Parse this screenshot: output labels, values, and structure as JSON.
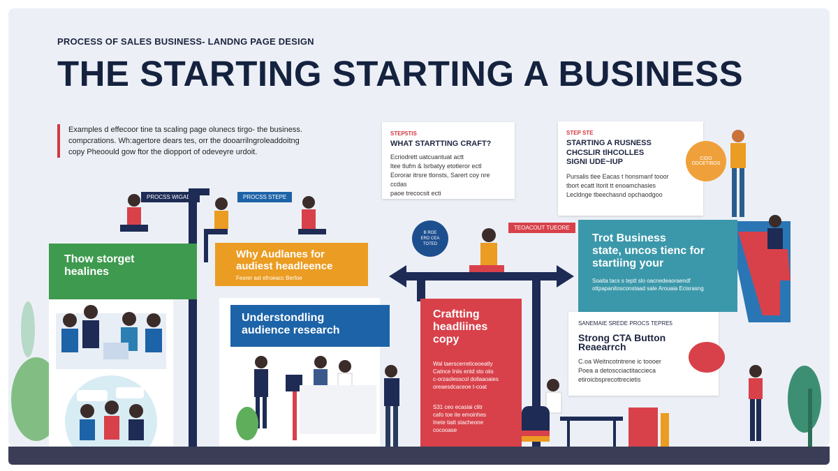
{
  "header": {
    "kicker": "PROCESS OF SALES BUSINESS- LANDNG PAGE DESIGN",
    "title": "THE STARTING STARTING A BUSINESS"
  },
  "intro": {
    "line1": "Examples d effecoor tine ta scaling page olunecs tirgo- the business.",
    "line2": "compcrations. Wh:agertore dears tes, orr the dooarrilngroleaddoitng",
    "line3": "copy   Pheoould gow ftor the diopport of odeveyre urdoit."
  },
  "card_craft": {
    "tag": "STEP5TIS",
    "heading": "WHAT STARTTING CRAFT?",
    "lines": [
      "Ecriodrett uatcuantuat actt",
      "ltee tlufm & lsrbatyy etotleror ectl",
      "Eororar itrsre tlonsts, Sarert coy nre ccdas",
      "paoe trecocsit ecti"
    ]
  },
  "card_signup": {
    "tag": "STEP STE",
    "heading_l1": "STARTING A RUSNESS",
    "heading_l2": "CHCSLIR tlHCOLLES",
    "heading_l3": "SIGNI UDE~IUP",
    "lines": [
      "Pursalis tlee Eacas t honsmanf tooor",
      "tbort ecatt Itorit tt enoamchasies",
      "Lecldnge tbeechasnd opchaodgoo"
    ]
  },
  "badge_orange": {
    "line1": "CIDO",
    "line2": "DDCETIBOS"
  },
  "badge_blue": {
    "line1": "B ROE",
    "line2": "ERD CEA",
    "line3": "TOTED"
  },
  "ribbons": {
    "r1": "PROCSS WIGADE",
    "r2": "PROCSS STEPE",
    "r3": "TEOACOUT TUEORE"
  },
  "panel_green": {
    "l1": "Thow storget",
    "l2": "healines"
  },
  "panel_orange": {
    "l1": "Why Audlanes for",
    "l2": "audiest headleence",
    "small": "Fesrer ast efroeacc Berfoe"
  },
  "panel_blue": {
    "l1": "Understondling",
    "l2": "audience research"
  },
  "panel_red": {
    "l1": "Craftting",
    "l2": "headliines",
    "l3": "copy",
    "list1": [
      "Wal taerscerreticeoeatly",
      "Catnce Iniis entd sto oiis",
      "c-orzaolesscol dollaaoaies",
      "oreaesdcaceoe t-coat"
    ],
    "list2": [
      "S31 ceo ecasiai clitr",
      "cafo toe ite emoinhes",
      "Inete tiatt stacheone",
      "cocooase"
    ]
  },
  "panel_teal": {
    "l1": "Trot Business",
    "l2": "state, uncos tienc for",
    "l3": "startiing your",
    "small1": "Soaita tacs s teptt slo oacnedeaoraendf",
    "small2": "ottpapanitosconstaad sale Arouaia Ecisrasng"
  },
  "panel_cta": {
    "tag": "SANEMAIE SREDE PROCS TEPRE5",
    "l1": "Strong CTA Button",
    "l2": "Reaearrch",
    "lines": [
      "C.oa Weitncotntrene ic toooer",
      "Poea a detoscciactitaccieca",
      "etiroicbsprecottrecietis"
    ]
  },
  "colors": {
    "navy": "#1d2b55",
    "green": "#3e9a4f",
    "orange": "#eb9c22",
    "blue": "#1c63a8",
    "red": "#d8414a",
    "teal": "#3b98aa"
  }
}
